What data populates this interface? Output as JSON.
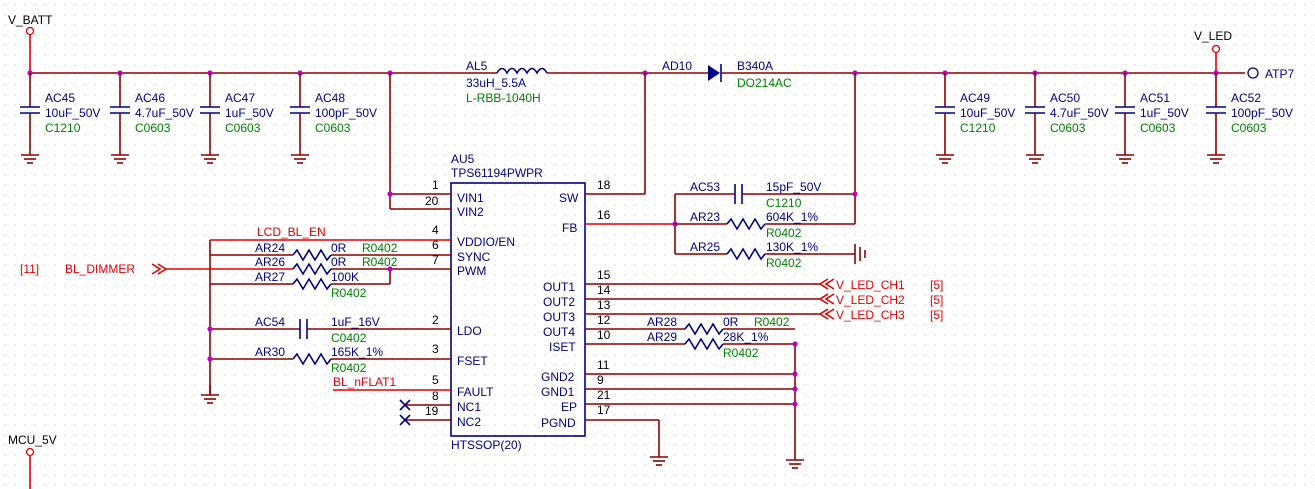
{
  "nets": {
    "v_batt": "V_BATT",
    "v_led": "V_LED",
    "mcu_5v": "MCU_5V",
    "atp7": "ATP7",
    "lcd_bl_en": "LCD_BL_EN",
    "bl_dimmer": "BL_DIMMER",
    "bl_dimmer_ref": "[11]",
    "bl_nflat1": "BL_nFLAT1",
    "v_led_ch1": "V_LED_CH1",
    "v_led_ch2": "V_LED_CH2",
    "v_led_ch3": "V_LED_CH3",
    "ch_ref": "[5]"
  },
  "caps_in": [
    {
      "ref": "AC45",
      "value": "10uF_50V",
      "pkg": "C1210"
    },
    {
      "ref": "AC46",
      "value": "4.7uF_50V",
      "pkg": "C0603"
    },
    {
      "ref": "AC47",
      "value": "1uF_50V",
      "pkg": "C0603"
    },
    {
      "ref": "AC48",
      "value": "100pF_50V",
      "pkg": "C0603"
    }
  ],
  "caps_out": [
    {
      "ref": "AC49",
      "value": "10uF_50V",
      "pkg": "C1210"
    },
    {
      "ref": "AC50",
      "value": "4.7uF_50V",
      "pkg": "C0603"
    },
    {
      "ref": "AC51",
      "value": "1uF_50V",
      "pkg": "C0603"
    },
    {
      "ref": "AC52",
      "value": "100pF_50V",
      "pkg": "C0603"
    }
  ],
  "inductor": {
    "ref": "AL5",
    "value": "33uH_5.5A",
    "pkg": "L-RBB-1040H"
  },
  "diode": {
    "ref": "AD10",
    "value": "B340A",
    "pkg": "DO214AC"
  },
  "ic": {
    "ref": "AU5",
    "part": "TPS61194PWPR",
    "pkg": "HTSSOP(20)",
    "left_pins": [
      {
        "num": "1",
        "name": "VIN1"
      },
      {
        "num": "20",
        "name": "VIN2"
      },
      {
        "num": "4",
        "name": "VDDIO/EN"
      },
      {
        "num": "6",
        "name": "SYNC"
      },
      {
        "num": "7",
        "name": "PWM"
      },
      {
        "num": "2",
        "name": "LDO"
      },
      {
        "num": "3",
        "name": "FSET"
      },
      {
        "num": "5",
        "name": "FAULT"
      },
      {
        "num": "8",
        "name": "NC1"
      },
      {
        "num": "19",
        "name": "NC2"
      }
    ],
    "right_pins": [
      {
        "num": "18",
        "name": "SW"
      },
      {
        "num": "16",
        "name": "FB"
      },
      {
        "num": "15",
        "name": ""
      },
      {
        "num": "14",
        "name": "OUT1"
      },
      {
        "num": "13",
        "name": "OUT2"
      },
      {
        "num": "12",
        "name": "OUT3"
      },
      {
        "num": "10",
        "name": "OUT4"
      },
      {
        "num": "",
        "name": "ISET"
      },
      {
        "num": "11",
        "name": ""
      },
      {
        "num": "9",
        "name": "GND2"
      },
      {
        "num": "21",
        "name": "GND1"
      },
      {
        "num": "",
        "name": "EP"
      },
      {
        "num": "17",
        "name": "PGND"
      }
    ]
  },
  "parts": {
    "ar24": {
      "ref": "AR24",
      "value": "0R",
      "pkg": "R0402"
    },
    "ar26": {
      "ref": "AR26",
      "value": "0R",
      "pkg": "R0402"
    },
    "ar27": {
      "ref": "AR27",
      "value": "100K",
      "pkg": "R0402"
    },
    "ac54": {
      "ref": "AC54",
      "value": "1uF_16V",
      "pkg": "C0402"
    },
    "ar30": {
      "ref": "AR30",
      "value": "165K_1%",
      "pkg": "R0402"
    },
    "ac53": {
      "ref": "AC53",
      "value": "15pF_50V",
      "pkg": "C1210"
    },
    "ar23": {
      "ref": "AR23",
      "value": "604K_1%",
      "pkg": "R0402"
    },
    "ar25": {
      "ref": "AR25",
      "value": "130K_1%",
      "pkg": "R0402"
    },
    "ar28": {
      "ref": "AR28",
      "value": "0R",
      "pkg": "R0402"
    },
    "ar29": {
      "ref": "AR29",
      "value": "28K_1%",
      "pkg": "R0402"
    }
  },
  "colors": {
    "wire": "#8b0000",
    "signal": "#e00000",
    "component": "#000080",
    "value": "#008000",
    "junction": "#c000c0",
    "grid": "#b0b0b0"
  }
}
